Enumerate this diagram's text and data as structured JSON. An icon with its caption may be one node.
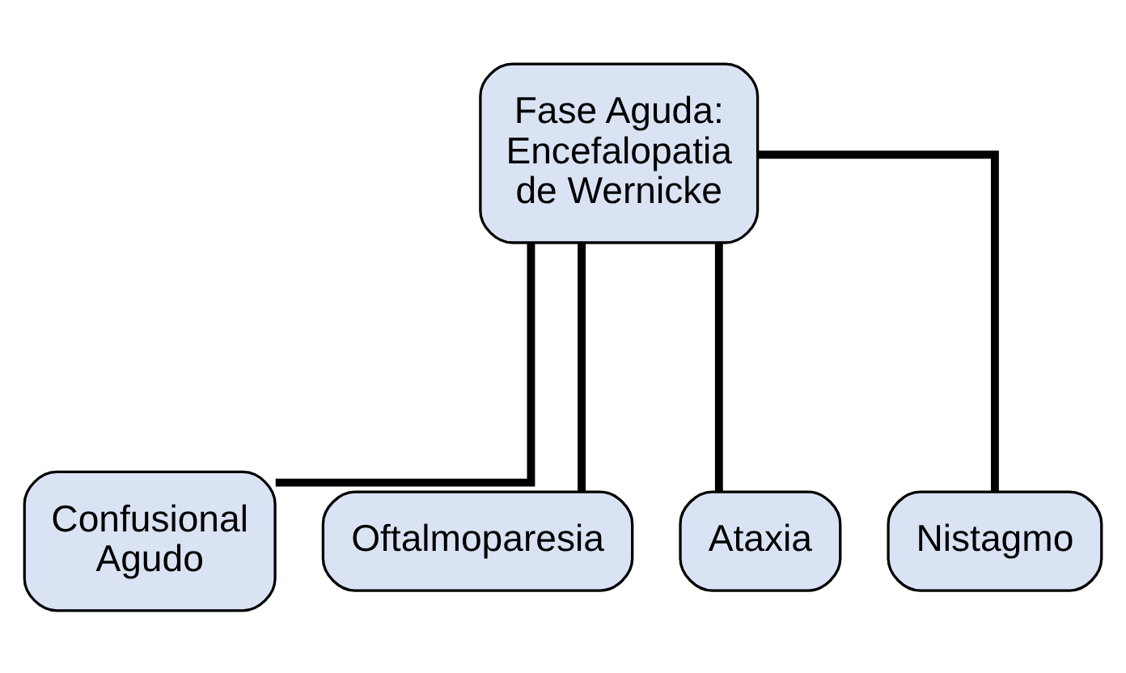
{
  "diagram": {
    "nodes": [
      {
        "text": [
          "Fase Aguda: Encefalopatia de Wernicke"
        ]
      },
      {
        "text": [
          "Confusional Agudo"
        ]
      },
      {
        "text": [
          "Oftalmoparesia"
        ]
      },
      {
        "text": [
          "Ataxia"
        ]
      },
      {
        "text": [
          "Nistagmo"
        ]
      }
    ],
    "edges": [
      {
        "from": 0,
        "to": 1,
        "arrow": "none"
      },
      {
        "from": 0,
        "to": 2,
        "arrow": "none"
      },
      {
        "from": 0,
        "to": 3,
        "arrow": "none"
      },
      {
        "from": 0,
        "to": 4,
        "arrow": "none"
      }
    ]
  }
}
